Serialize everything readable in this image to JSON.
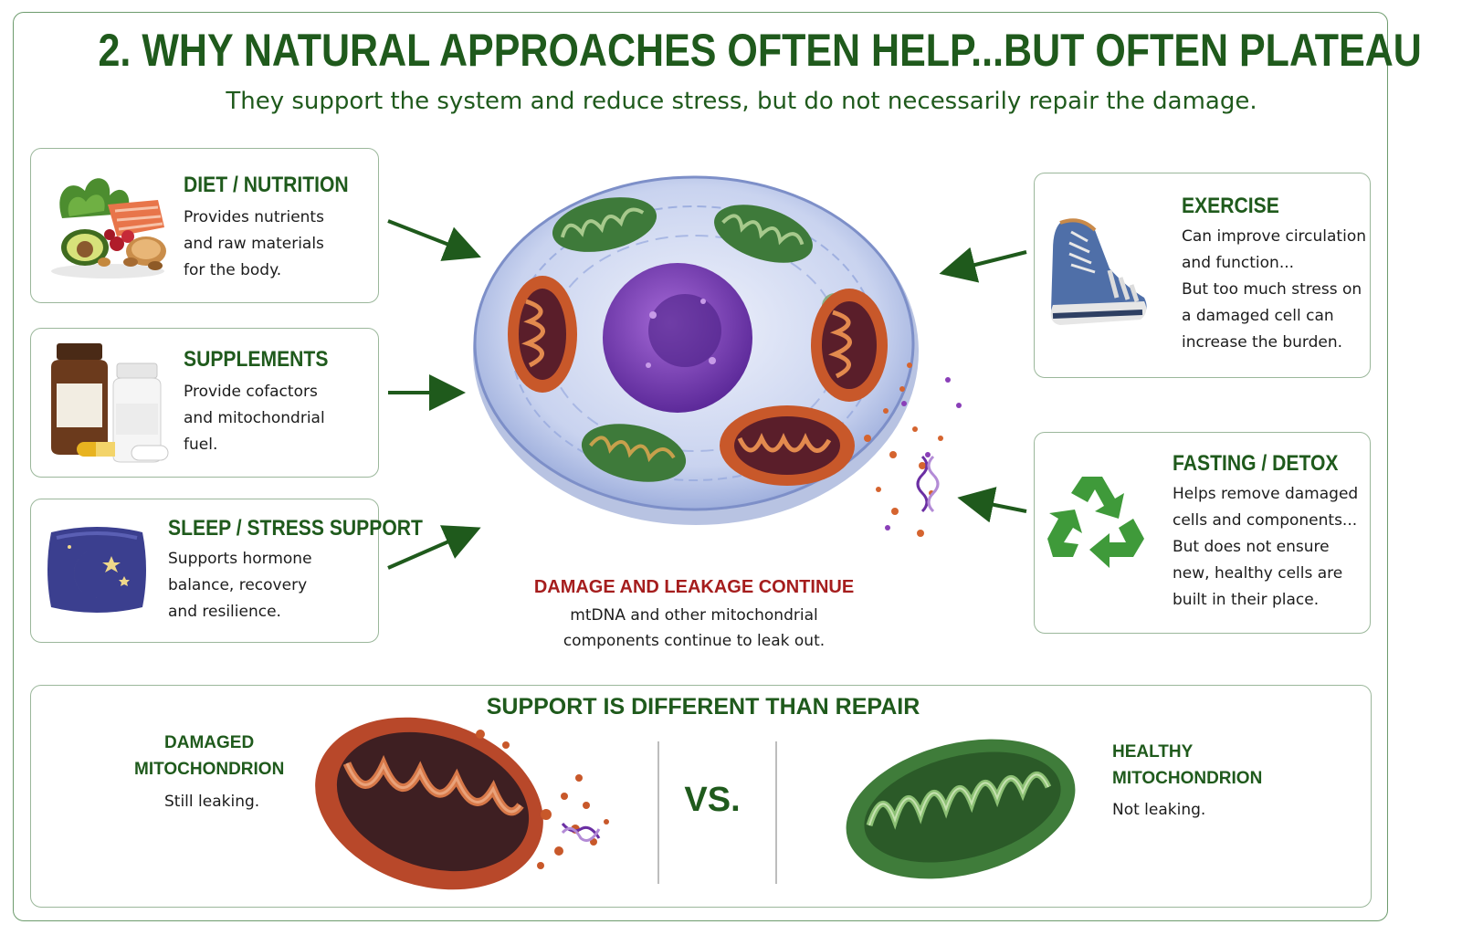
{
  "title": "2. WHY NATURAL APPROACHES OFTEN HELP...BUT OFTEN PLATEAU",
  "subtitle": "They support the system and reduce stress, but do not necessarily repair the damage.",
  "left_cards": [
    {
      "title": "DIET / NUTRITION",
      "lines": [
        "Provides nutrients",
        "and raw materials",
        "for the body."
      ],
      "icon": "food-icon"
    },
    {
      "title": "SUPPLEMENTS",
      "lines": [
        "Provide cofactors",
        "and mitochondrial",
        "fuel."
      ],
      "icon": "supplement-bottles-icon"
    },
    {
      "title": "SLEEP / STRESS SUPPORT",
      "lines": [
        "Supports hormone",
        "balance, recovery",
        "and resilience."
      ],
      "icon": "pillow-moon-icon"
    }
  ],
  "right_cards": [
    {
      "title": "EXERCISE",
      "lines": [
        "Can improve circulation",
        "and function...",
        "But too much stress on",
        "a damaged cell can",
        "increase the burden."
      ],
      "icon": "sneaker-icon"
    },
    {
      "title": "FASTING / DETOX",
      "lines": [
        "Helps remove damaged",
        "cells and components...",
        "But does not ensure",
        "new, healthy cells are",
        "built in their place."
      ],
      "icon": "recycle-icon"
    }
  ],
  "center": {
    "damage_title": "DAMAGE AND LEAKAGE CONTINUE",
    "damage_lines": [
      "mtDNA and other mitochondrial",
      "components continue to leak out."
    ]
  },
  "bottom": {
    "title": "SUPPORT IS DIFFERENT THAN REPAIR",
    "damaged_label": [
      "DAMAGED",
      "MITOCHONDRION"
    ],
    "damaged_note": "Still leaking.",
    "vs": "VS.",
    "healthy_label": [
      "HEALTHY",
      "MITOCHONDRION"
    ],
    "healthy_note": "Not leaking."
  },
  "colors": {
    "green": "#1f5a1c",
    "red": "#a51d1d",
    "border": "#9bb79b"
  }
}
